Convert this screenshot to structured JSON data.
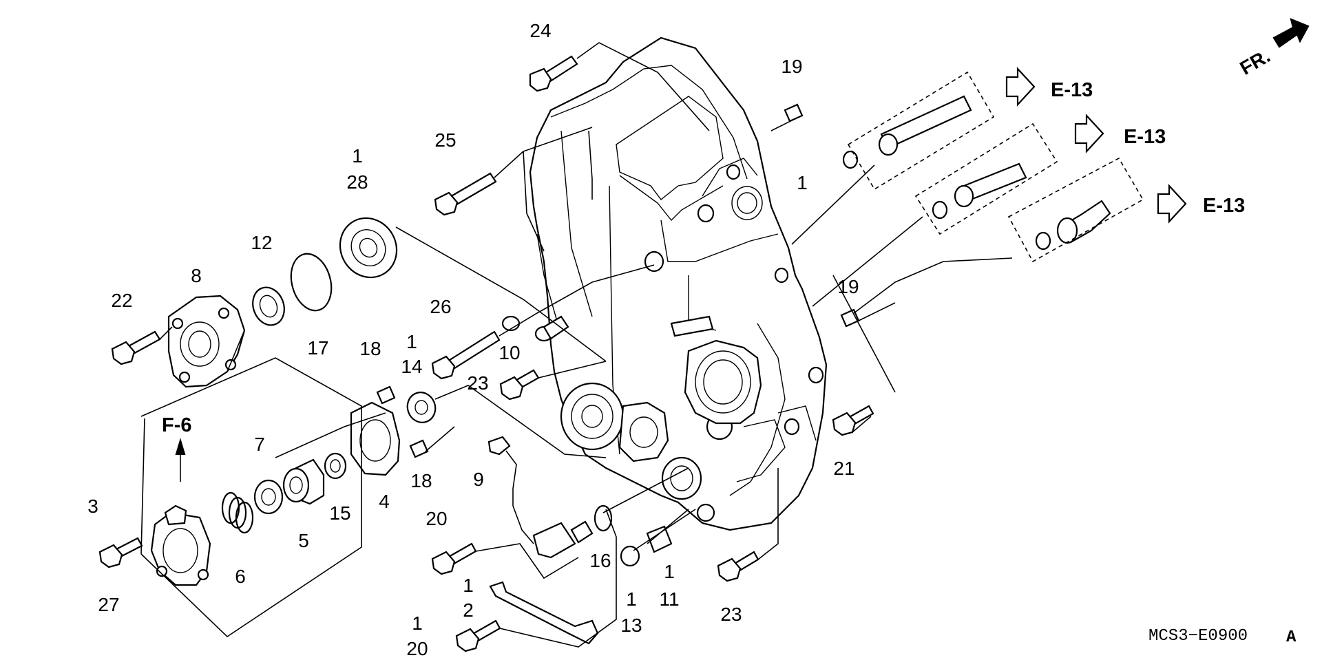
{
  "diagram": {
    "code": "MCS3−E0900",
    "code_suffix": "A",
    "front": "FR.",
    "refs": [
      "E-13",
      "E-13",
      "E-13",
      "F-6"
    ],
    "labels": [
      "24",
      "19",
      "25",
      "1",
      "28",
      "12",
      "8",
      "22",
      "17",
      "26",
      "10",
      "1",
      "14",
      "23",
      "18",
      "18",
      "4",
      "15",
      "5",
      "7",
      "6",
      "3",
      "27",
      "21",
      "19",
      "9",
      "20",
      "16",
      "1",
      "11",
      "1",
      "13",
      "1",
      "2",
      "1",
      "20",
      "23",
      "1"
    ]
  }
}
